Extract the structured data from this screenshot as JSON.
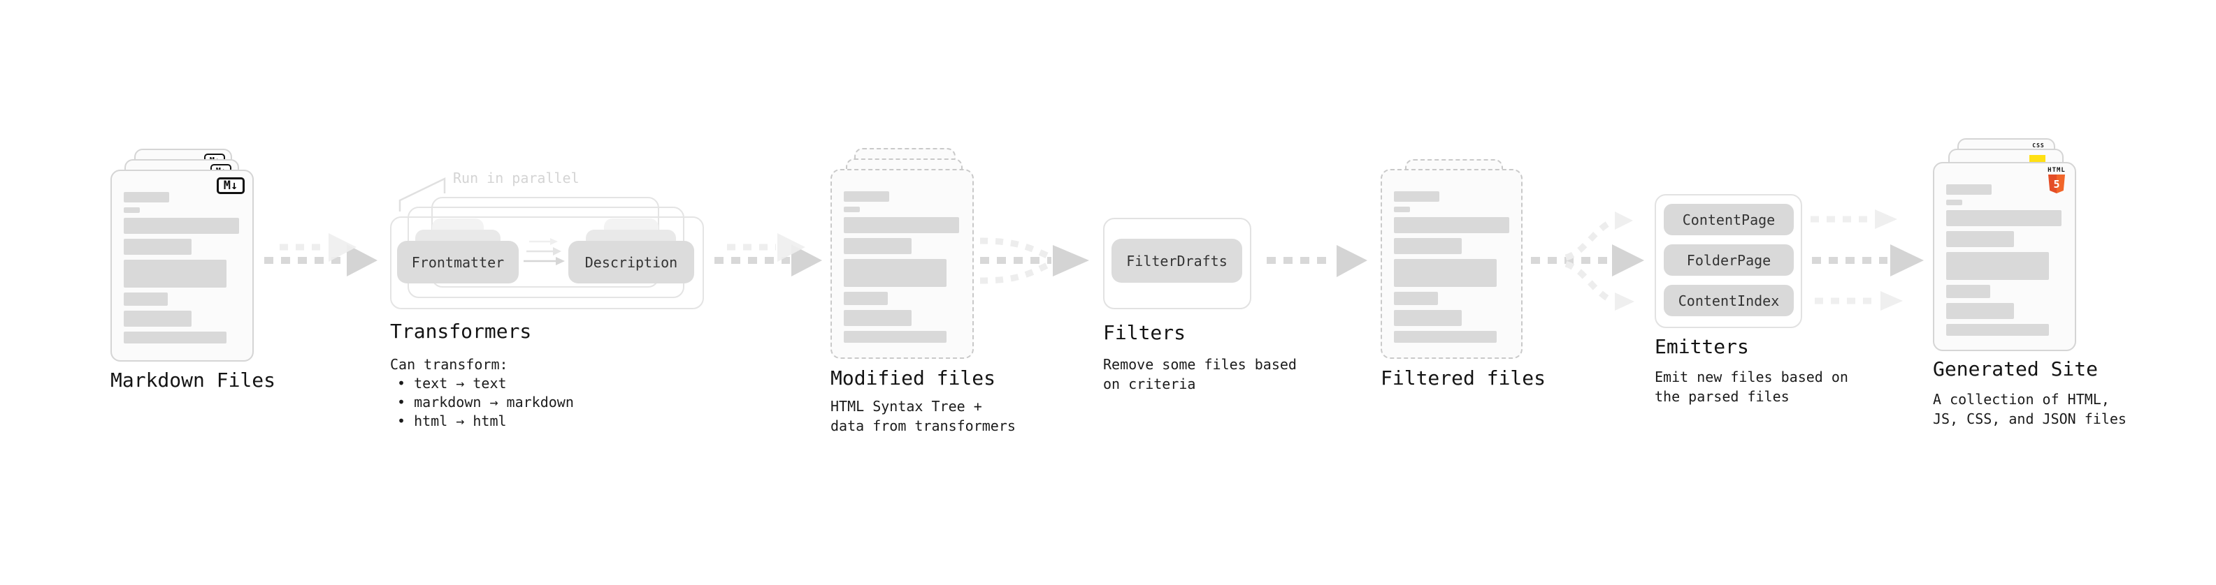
{
  "colors": {
    "card_border": "#d5d5d5",
    "dashed_border": "#c9c9c9",
    "bar_gray": "#d9d9d9",
    "pill_gray": "#dcdcdc",
    "arrow_gray": "#d6d6d6",
    "arrow_faint": "#eeeeee",
    "js_yellow": "#ffe014",
    "css_blue": "#2b6cf4",
    "html5_orange": "#e44d26"
  },
  "stages": {
    "markdown": {
      "label": "Markdown Files",
      "icon": "M↓"
    },
    "transformers": {
      "label": "Transformers",
      "annotation": "Run in parallel",
      "node_from": "Frontmatter",
      "node_to": "Description",
      "desc": "Can transform:",
      "bullets": [
        "• text → text",
        "• markdown → markdown",
        "• html → html"
      ]
    },
    "modified": {
      "label": "Modified files",
      "desc_lines": [
        "HTML Syntax Tree +",
        "data from transformers"
      ]
    },
    "filters": {
      "label": "Filters",
      "node": "FilterDrafts",
      "desc_lines": [
        "Remove some files based",
        "on criteria"
      ]
    },
    "filtered": {
      "label": "Filtered files"
    },
    "emitters": {
      "label": "Emitters",
      "nodes": [
        "ContentPage",
        "FolderPage",
        "ContentIndex"
      ],
      "desc_lines": [
        "Emit new files based on",
        "the parsed files"
      ]
    },
    "generated": {
      "label": "Generated Site",
      "badges": {
        "css": "CSS",
        "html": "HTML",
        "five": "5"
      },
      "desc_lines": [
        "A collection of HTML,",
        "JS, CSS, and JSON files"
      ]
    }
  }
}
